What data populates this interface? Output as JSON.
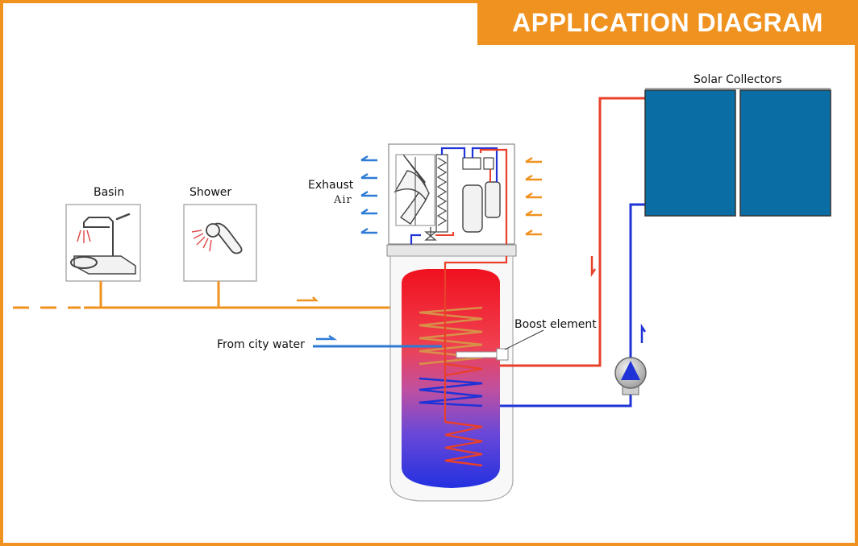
{
  "title": "APPLICATION DIAGRAM",
  "labels": {
    "basin": "Basin",
    "shower": "Shower",
    "exhaust": "Exhaust",
    "air": "Air",
    "from_city_water": "From city water",
    "boost_element": "Boost element",
    "solar_collectors": "Solar Collectors"
  },
  "colors": {
    "frame_orange": "#F0921F",
    "hot_pipe": "#E8402A",
    "cold_pipe": "#1F33D6",
    "city_water_pipe": "#2E7BD6",
    "solar_panel": "#0A6EA4",
    "tank_hot": "#F0101E",
    "tank_cold": "#2330E0"
  },
  "icons": [
    "fan-icon",
    "compressor-icon",
    "valve-icon",
    "pump-icon",
    "faucet-icon",
    "shower-head-icon",
    "air-flow-arrow-icon"
  ]
}
